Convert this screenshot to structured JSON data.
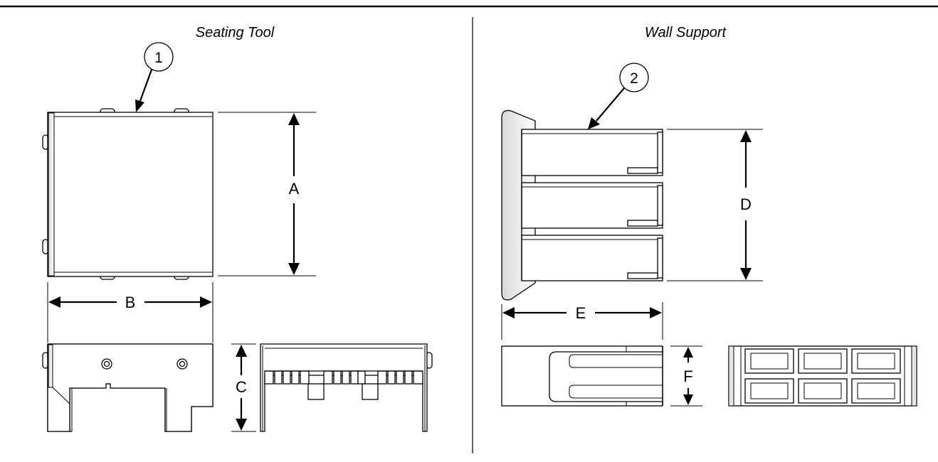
{
  "panels": {
    "left": {
      "title": "Seating Tool"
    },
    "right": {
      "title": "Wall Support"
    }
  },
  "callouts": {
    "seating_tool": "1",
    "wall_support": "2"
  },
  "dimensions": {
    "a": "A",
    "b": "B",
    "c": "C",
    "d": "D",
    "e": "E",
    "f": "F"
  },
  "colors": {
    "ink": "#000000",
    "paper": "#ffffff"
  }
}
